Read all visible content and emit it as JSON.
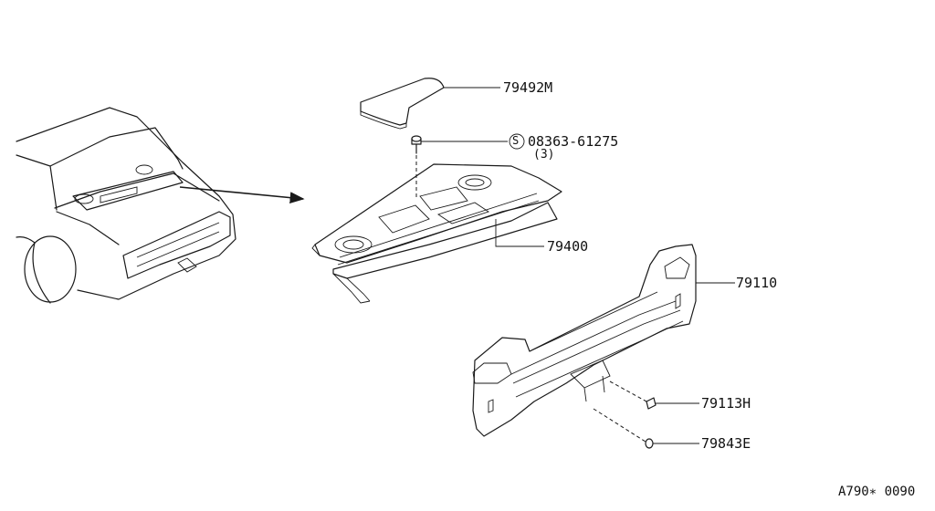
{
  "callouts": [
    {
      "id": "pad",
      "label": "79492M"
    },
    {
      "id": "screw",
      "label": "08363-61275",
      "symbol": "S",
      "qty": "(3)"
    },
    {
      "id": "shelf",
      "label": "79400"
    },
    {
      "id": "back-panel",
      "label": "79110"
    },
    {
      "id": "clip",
      "label": "79113H"
    },
    {
      "id": "grommet",
      "label": "79843E"
    }
  ],
  "diagram_code": "A790∗ 0090"
}
